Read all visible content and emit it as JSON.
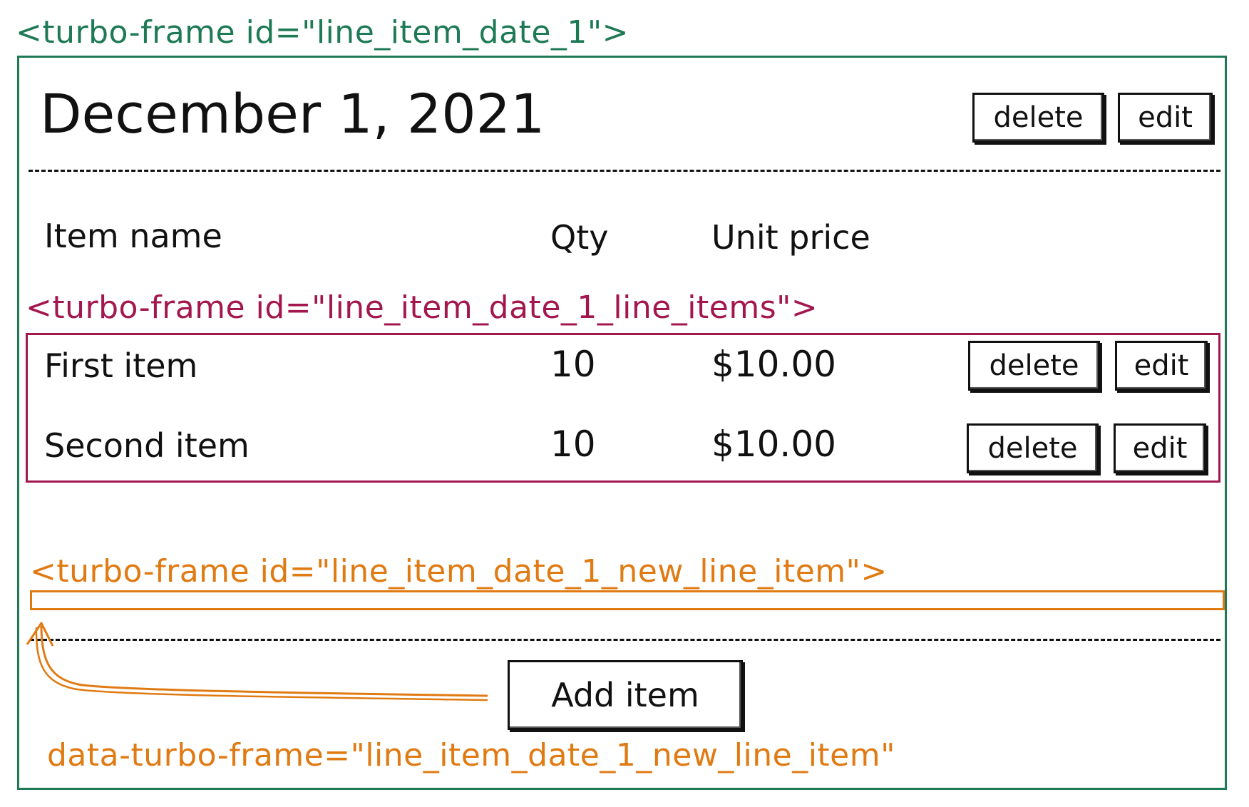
{
  "colors": {
    "outer_frame": "#1e7a55",
    "items_frame": "#a3174f",
    "new_item_frame": "#e07a12",
    "ink": "#111111"
  },
  "frames": {
    "outer_label": "<turbo-frame id=\"line_item_date_1\">",
    "items_label": "<turbo-frame id=\"line_item_date_1_line_items\">",
    "new_item_label": "<turbo-frame id=\"line_item_date_1_new_line_item\">"
  },
  "header": {
    "date": "December 1, 2021",
    "delete_label": "delete",
    "edit_label": "edit"
  },
  "columns": {
    "item_name": "Item name",
    "qty": "Qty",
    "unit_price": "Unit price"
  },
  "line_items": [
    {
      "name": "First item",
      "qty": "10",
      "price": "$10.00",
      "delete_label": "delete",
      "edit_label": "edit"
    },
    {
      "name": "Second item",
      "qty": "10",
      "price": "$10.00",
      "delete_label": "delete",
      "edit_label": "edit"
    }
  ],
  "add_item": {
    "label": "Add item",
    "attribute_note": "data-turbo-frame=\"line_item_date_1_new_line_item\""
  }
}
